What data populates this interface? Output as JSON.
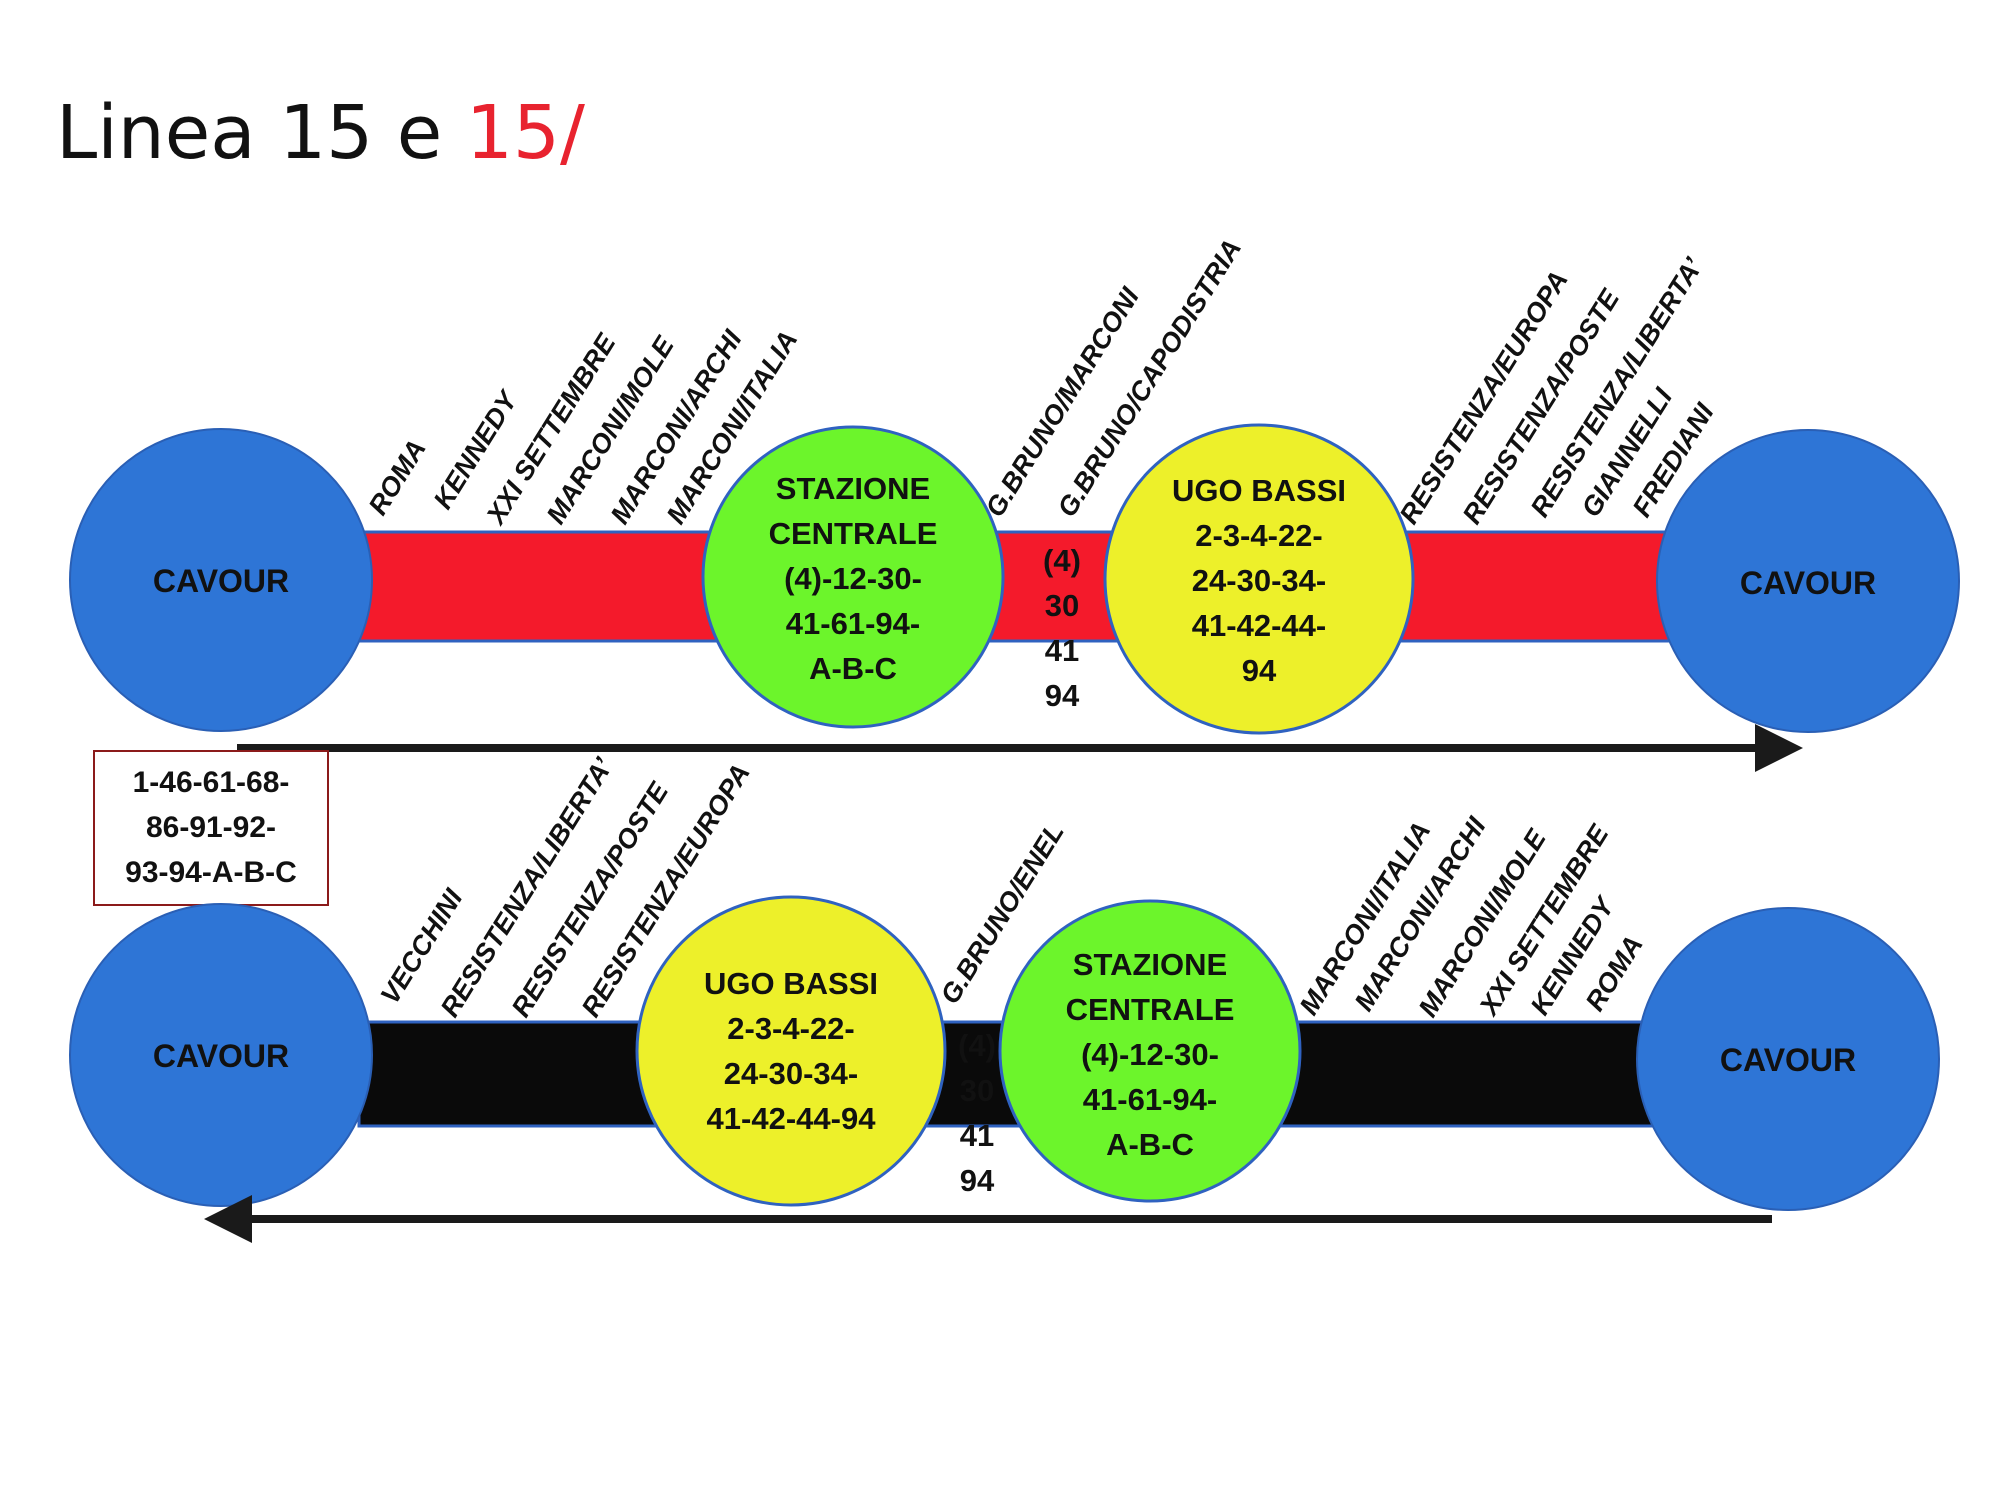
{
  "title": {
    "prefix": "Linea  15 e ",
    "suffix": "15/"
  },
  "colors": {
    "circle_end": "#2E75D6",
    "stazione": "#6CF52B",
    "ugo_bassi": "#EDF02A",
    "line_15": "#F41A2B",
    "line_15_slash": "#0A0A0A",
    "accent_red": "#E8232F"
  },
  "top_row": {
    "left_terminal": "CAVOUR",
    "right_terminal": "CAVOUR",
    "hub1": [
      "STAZIONE",
      "CENTRALE",
      "(4)-12-30-",
      "41-61-94-",
      "A-B-C"
    ],
    "hub2": [
      "UGO BASSI",
      "2-3-4-22-",
      "24-30-34-",
      "41-42-44-",
      "94"
    ],
    "between_numbers": [
      "(4)",
      "30",
      "41",
      "94"
    ],
    "stops": [
      "ROMA",
      "KENNEDY",
      "XXI SETTEMBRE",
      "MARCONI/MOLE",
      "MARCONI/ARCHI",
      "MARCONI/ITALIA",
      "G.BRUNO/MARCONI",
      "G.BRUNO/CAPODISTRIA",
      "RESISTENZA/EUROPA",
      "RESISTENZA/POSTE",
      "RESISTENZA/LIBERTA’",
      "GIANNELLI",
      "FREDIANI"
    ]
  },
  "connections_box": [
    "1-46-61-68-",
    "86-91-92-",
    "93-94-A-B-C"
  ],
  "bottom_row": {
    "left_terminal": "CAVOUR",
    "right_terminal": "CAVOUR",
    "hub1": [
      "UGO BASSI",
      "2-3-4-22-",
      "24-30-34-",
      "41-42-44-94"
    ],
    "hub2": [
      "STAZIONE",
      "CENTRALE",
      "(4)-12-30-",
      "41-61-94-",
      "A-B-C"
    ],
    "between_numbers": [
      "(4)",
      "30",
      "41",
      "94"
    ],
    "stops": [
      "VECCHINI",
      "RESISTENZA/LIBERTA’",
      "RESISTENZA/POSTE",
      "RESISTENZA/EUROPA",
      "G.BRUNO/ENEL",
      "MARCONI/ITALIA",
      "MARCONI/ARCHI",
      "MARCONI/MOLE",
      "XXI SETTEMBRE",
      "KENNEDY",
      "ROMA"
    ]
  }
}
